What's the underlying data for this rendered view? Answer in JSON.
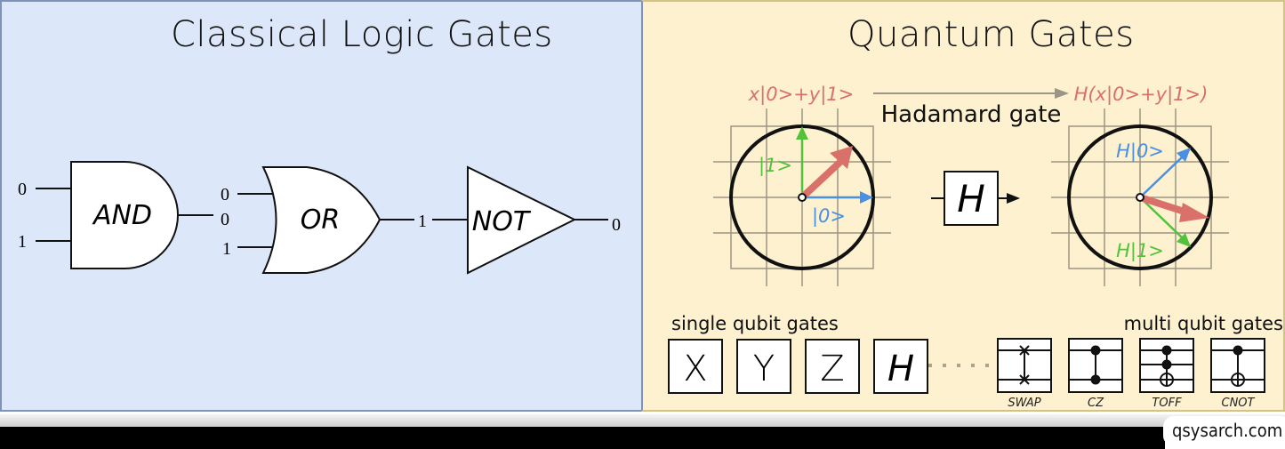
{
  "classical": {
    "title": "Classical Logic Gates",
    "background": "#dce7f9",
    "gates": [
      {
        "name": "AND",
        "inputs": [
          "0",
          "1"
        ],
        "output": "0"
      },
      {
        "name": "OR",
        "inputs": [
          "0",
          "0",
          "1"
        ],
        "output": "1"
      },
      {
        "name": "NOT",
        "inputs": [
          "1"
        ],
        "output": "0"
      }
    ]
  },
  "quantum": {
    "title": "Quantum Gates",
    "background": "#fdf1cf",
    "before_state": "x|0>+y|1>",
    "transform_label": "Hadamard gate",
    "after_state": "H(x|0>+y|1>)",
    "before_vectors": {
      "zero": "|0>",
      "one": "|1>"
    },
    "after_vectors": {
      "zero": "H|0>",
      "one": "H|1>"
    },
    "gate_box": "H",
    "colors": {
      "state": "#d9706a",
      "zero": "#4b8fe3",
      "one": "#52c23a"
    },
    "single_qubit_label": "single qubit gates",
    "single_qubit_gates": [
      "X",
      "Y",
      "Z",
      "H"
    ],
    "multi_qubit_label": "multi qubit gates",
    "multi_qubit_gates": [
      "SWAP",
      "CZ",
      "TOFF",
      "CNOT"
    ]
  },
  "footer": {
    "brand": "qsysarch.com"
  }
}
